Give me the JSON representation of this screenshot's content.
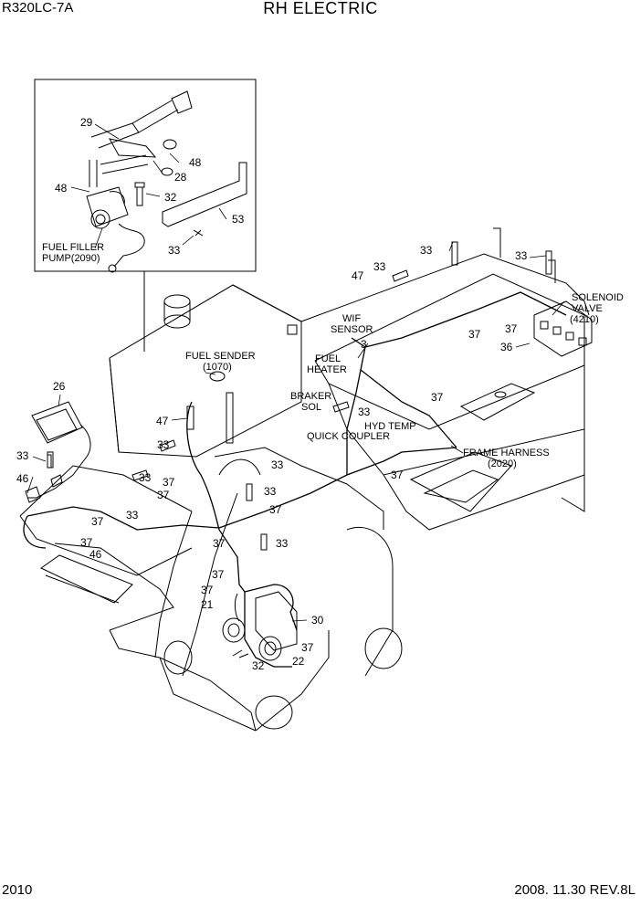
{
  "header": {
    "model": "R320LC-7A",
    "title": "RH ELECTRIC"
  },
  "footer": {
    "page": "2010",
    "date_rev": "2008. 11.30  REV.8L"
  },
  "callouts": {
    "c29": "29",
    "c28": "28",
    "c48a": "48",
    "c48b": "48",
    "c32a": "32",
    "c53": "53",
    "c33a": "33",
    "c26": "26",
    "c33b": "33",
    "c46a": "46",
    "c46b": "46",
    "c33c": "33",
    "c37a": "37",
    "c37b": "37",
    "c33d": "33",
    "c37c": "37",
    "c47a": "47",
    "c33e": "33",
    "c33f": "33",
    "c37d": "37",
    "c33g": "33",
    "c37e": "37",
    "c37f": "37",
    "c21": "21",
    "c30": "30",
    "c37g": "37",
    "c32b": "32",
    "c22": "22",
    "c33h": "33",
    "c33i": "33",
    "c47b": "47",
    "c33j": "33",
    "c37h": "37",
    "c37i": "37",
    "c36": "36",
    "c3": "3",
    "c37j": "37",
    "c33k": "33",
    "c37k": "37",
    "c33l": "33"
  },
  "labels": {
    "fuel_filler_1": "FUEL FILLER",
    "fuel_filler_2": "PUMP(2090)",
    "fuel_sender_1": "FUEL SENDER",
    "fuel_sender_2": "(1070)",
    "wif_1": "WIF",
    "wif_2": "SENSOR",
    "fuel_heater_1": "FUEL",
    "fuel_heater_2": "HEATER",
    "braker_1": "BRAKER",
    "braker_2": "SOL",
    "hyd_temp": "HYD TEMP",
    "quick_coupler": "QUICK COUPLER",
    "frame_harness_1": "FRAME HARNESS",
    "frame_harness_2": "(2020)",
    "solenoid_1": "SOLENOID",
    "solenoid_2": "VALVE",
    "solenoid_3": "(4210)"
  }
}
